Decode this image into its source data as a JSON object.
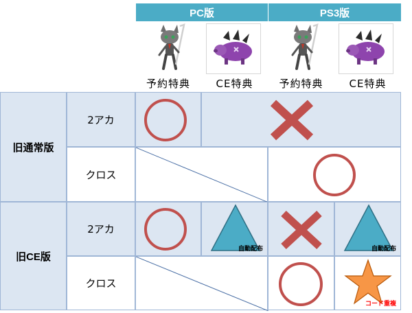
{
  "header": {
    "pc": "PC版",
    "ps3": "PS3版"
  },
  "columns": [
    {
      "label": "予約特典",
      "icon": "cat-character-icon"
    },
    {
      "label": "CE特典",
      "icon": "purple-pig-icon"
    },
    {
      "label": "予約特典",
      "icon": "cat-character-icon"
    },
    {
      "label": "CE特典",
      "icon": "purple-pig-icon"
    }
  ],
  "rows": {
    "old_standard": "旧通常版",
    "old_ce": "旧CE版",
    "two_accounts": "2アカ",
    "cross": "クロス"
  },
  "tags": {
    "auto_dist": "自動配布",
    "code_dup": "コード重複"
  },
  "colors": {
    "header": "#4bacc6",
    "circle": "#c0504d",
    "cross": "#c0504d",
    "triangle": "#4bacc6",
    "star": "#f79646",
    "code_tag": "#ff0000"
  }
}
